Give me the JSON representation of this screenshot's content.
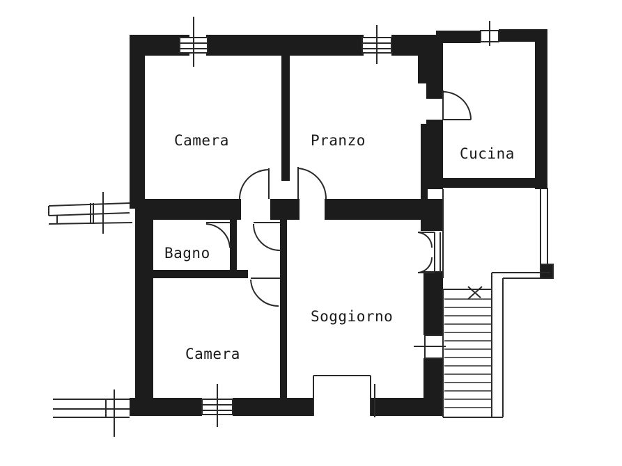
{
  "floor_plan": {
    "rooms": {
      "camera_top": "Camera",
      "pranzo": "Pranzo",
      "cucina": "Cucina",
      "bagno": "Bagno",
      "soggiorno": "Soggiorno",
      "camera_bottom": "Camera"
    },
    "colors": {
      "wall": "#1c1c1c",
      "background": "#ffffff",
      "line": "#2a2a2a"
    }
  }
}
